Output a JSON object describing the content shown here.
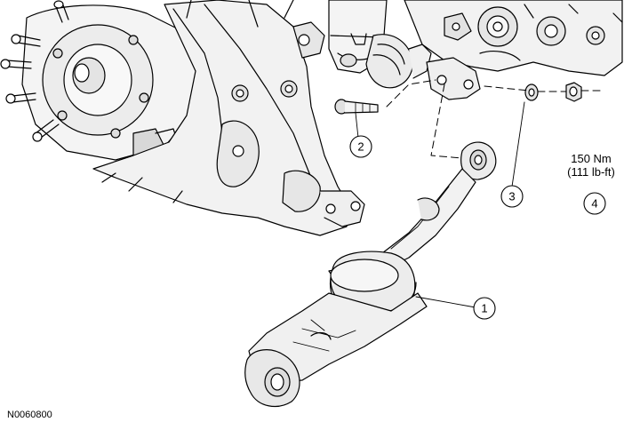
{
  "figure_id": "N0060800",
  "callouts": [
    {
      "number": "1",
      "label": "1"
    },
    {
      "number": "2",
      "label": "2"
    },
    {
      "number": "3",
      "label": "3"
    },
    {
      "number": "4",
      "label": "4"
    }
  ],
  "torque_spec": {
    "metric": "150 Nm",
    "imperial": "(111 lb-ft)"
  }
}
